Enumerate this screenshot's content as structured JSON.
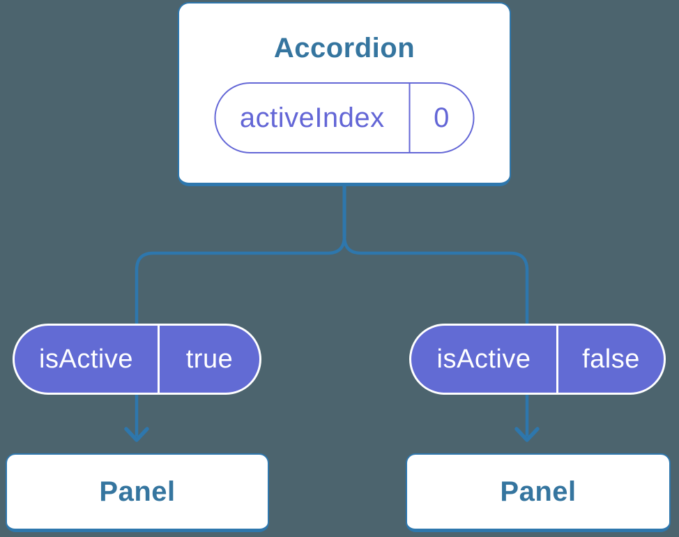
{
  "tree": {
    "root": {
      "title": "Accordion",
      "state": {
        "name": "activeIndex",
        "value": "0"
      }
    },
    "branches": [
      {
        "prop_name": "isActive",
        "prop_value": "true",
        "child": {
          "title": "Panel"
        }
      },
      {
        "prop_name": "isActive",
        "prop_value": "false",
        "child": {
          "title": "Panel"
        }
      }
    ]
  },
  "colors": {
    "background": "#4c646e",
    "connector_blue": "#2e77ad",
    "node_title_blue": "#35759f",
    "node_background": "#ffffff",
    "state_purple": "#6366d6",
    "prop_pill_purple": "#626bd4",
    "prop_pill_text": "#ffffff"
  }
}
